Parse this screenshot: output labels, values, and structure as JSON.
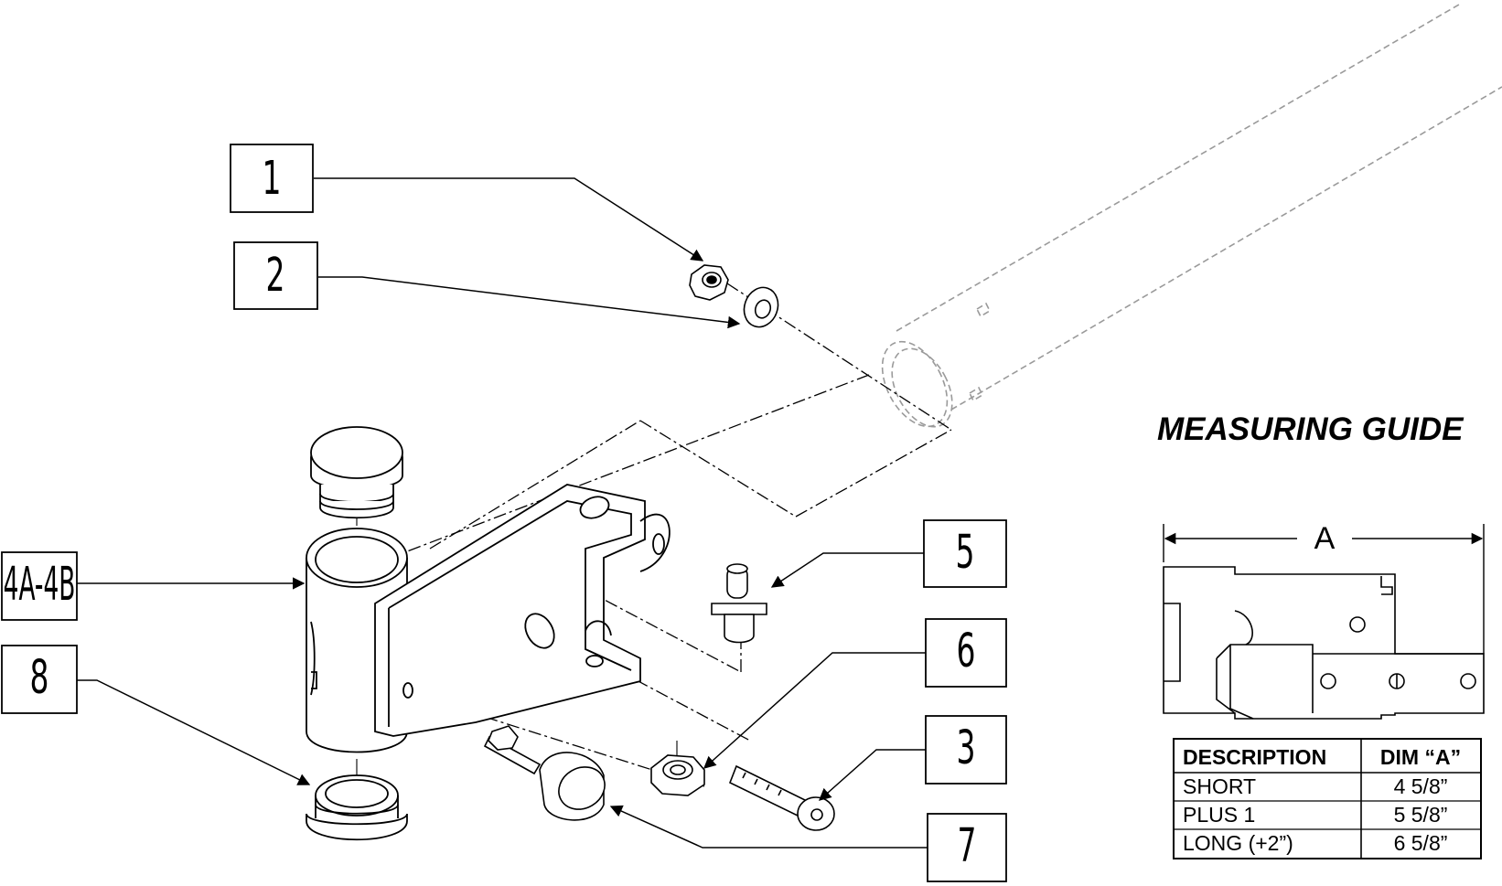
{
  "callouts": [
    {
      "id": "1",
      "label": "1"
    },
    {
      "id": "2",
      "label": "2"
    },
    {
      "id": "4a-4b",
      "label": "4A-4B"
    },
    {
      "id": "8",
      "label": "8"
    },
    {
      "id": "5",
      "label": "5"
    },
    {
      "id": "6",
      "label": "6"
    },
    {
      "id": "3",
      "label": "3"
    },
    {
      "id": "7",
      "label": "7"
    }
  ],
  "measuring_guide": {
    "title": "MEASURING GUIDE",
    "dimension_label": "A",
    "table": {
      "headers": [
        "DESCRIPTION",
        "DIM “A”"
      ],
      "rows": [
        [
          "SHORT",
          "4 5/8”"
        ],
        [
          "PLUS 1",
          "5 5/8”"
        ],
        [
          "LONG (+2”)",
          "6 5/8”"
        ]
      ]
    }
  },
  "colors": {
    "line": "#000000",
    "phantom": "#9a9a9a",
    "background": "#ffffff"
  }
}
